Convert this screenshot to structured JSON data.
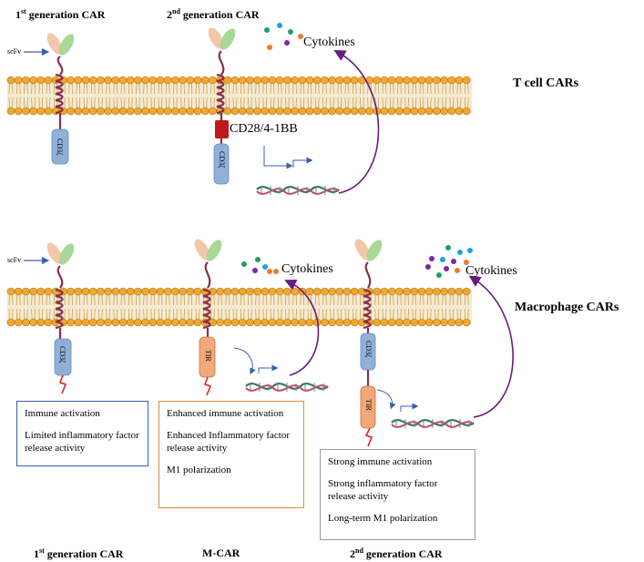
{
  "top": {
    "gen1_title_main": "1",
    "gen1_title_sup": "st",
    "gen1_title_rest": " generation  CAR",
    "gen2_title_main": "2",
    "gen2_title_sup": "nd",
    "gen2_title_rest": " generation CAR",
    "scfv": "scFv",
    "cd3z": "CD3ζ",
    "costim": "CD28/4-1BB",
    "cytokines": "Cytokines",
    "section_label": "T cell CARs"
  },
  "bottom": {
    "scfv": "scFv",
    "cd3z": "CD3ζ",
    "tir": "TIR",
    "cytokines": "Cytokines",
    "section_label": "Macrophage CARs",
    "box1": [
      "Immune  activation",
      "Limited inflammatory factor release activity"
    ],
    "box2": [
      "Enhanced immune activation",
      "Enhanced Inflammatory factor release activity",
      "M1 polarization"
    ],
    "box3": [
      "Strong immune activation",
      "Strong inflammatory factor release activity",
      "Long-term M1 polarization"
    ],
    "foot1_main": "1",
    "foot1_sup": "st",
    "foot1_rest": " generation  CAR",
    "foot2": "M-CAR",
    "foot3_main": "2",
    "foot3_sup": "nd",
    "foot3_rest": " generation CAR"
  },
  "colors": {
    "lipid_head": "#f0a830",
    "lipid_tail": "#e6c98a",
    "receptor": "#8a2e4a",
    "cd3z": "#8fb0d8",
    "tir": "#f2a878",
    "costim": "#c01818",
    "arrow_purple": "#6a1a7a",
    "arrow_blue": "#3a5fb0",
    "bolt": "#e02020",
    "box1_border": "#3a5fb0",
    "box2_border": "#e08a40",
    "box3_border": "#9a9a9a"
  }
}
